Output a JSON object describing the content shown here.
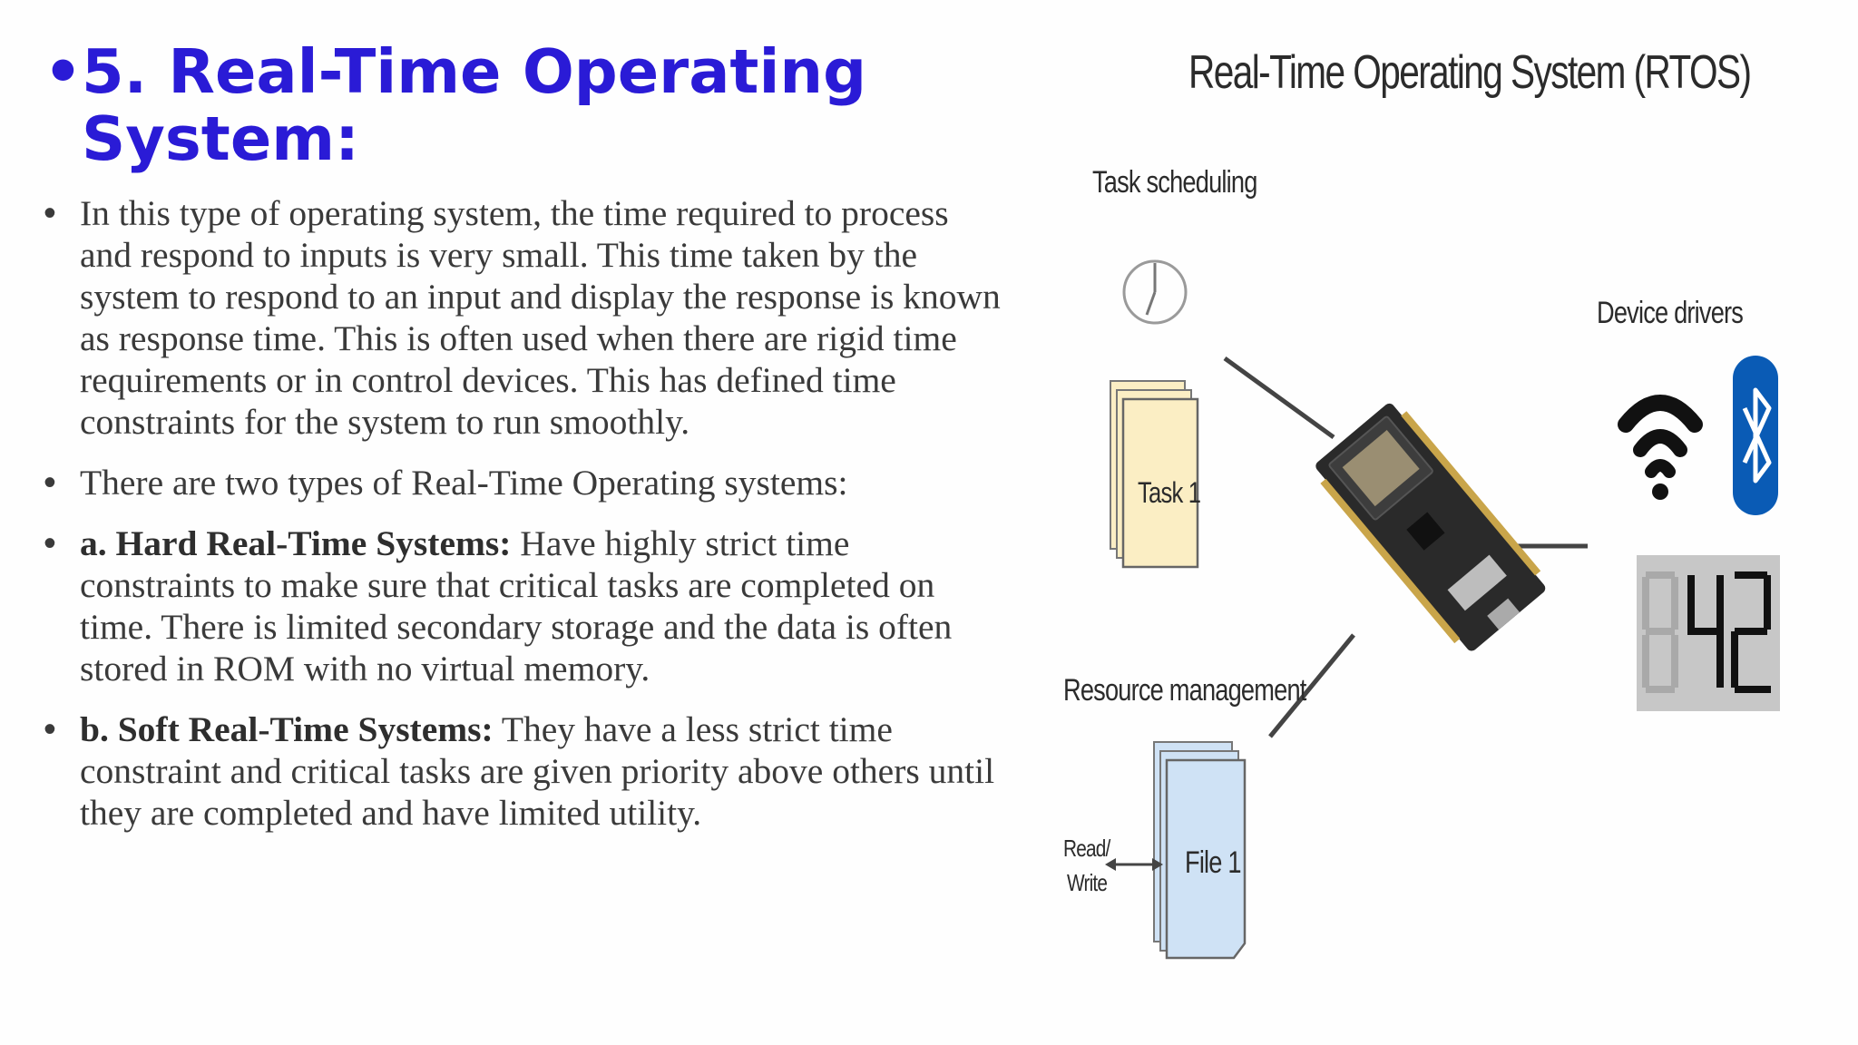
{
  "slide": {
    "title_bullet": "•",
    "title": "5. Real-Time Operating System:",
    "bullets": [
      {
        "bold": "",
        "text": "In this type of operating system, the time required to process and respond to inputs is very small. This time taken by the system to respond to an input and display the response is known as response time. This is often used when there are rigid time requirements or in control devices. This has defined time constraints for the system to run smoothly."
      },
      {
        "bold": "",
        "text": "There are two types of Real-Time Operating systems:"
      },
      {
        "bold": "a. Hard Real-Time Systems:",
        "text": " Have highly strict time constraints to make sure that critical tasks are completed on time. There is limited secondary storage and the data is often stored in ROM with no virtual memory."
      },
      {
        "bold": "b. Soft Real-Time Systems:",
        "text": " They have a less strict time constraint and critical tasks are given priority above others until they are completed and have limited utility."
      }
    ],
    "bullet_char": "•"
  },
  "figure": {
    "title": "Real-Time Operating System (RTOS)",
    "task_scheduling_label": "Task scheduling",
    "task_label": "Task 1",
    "resource_management_label": "Resource management",
    "read_label": "Read/",
    "write_label": "Write",
    "file_label": "File 1",
    "device_drivers_label": "Device drivers",
    "display_digits": "842",
    "colors": {
      "title": "#2a1bd6",
      "task_card": "#fbeec4",
      "file_card": "#cfe2f5",
      "bluetooth": "#0a5bb5"
    }
  }
}
